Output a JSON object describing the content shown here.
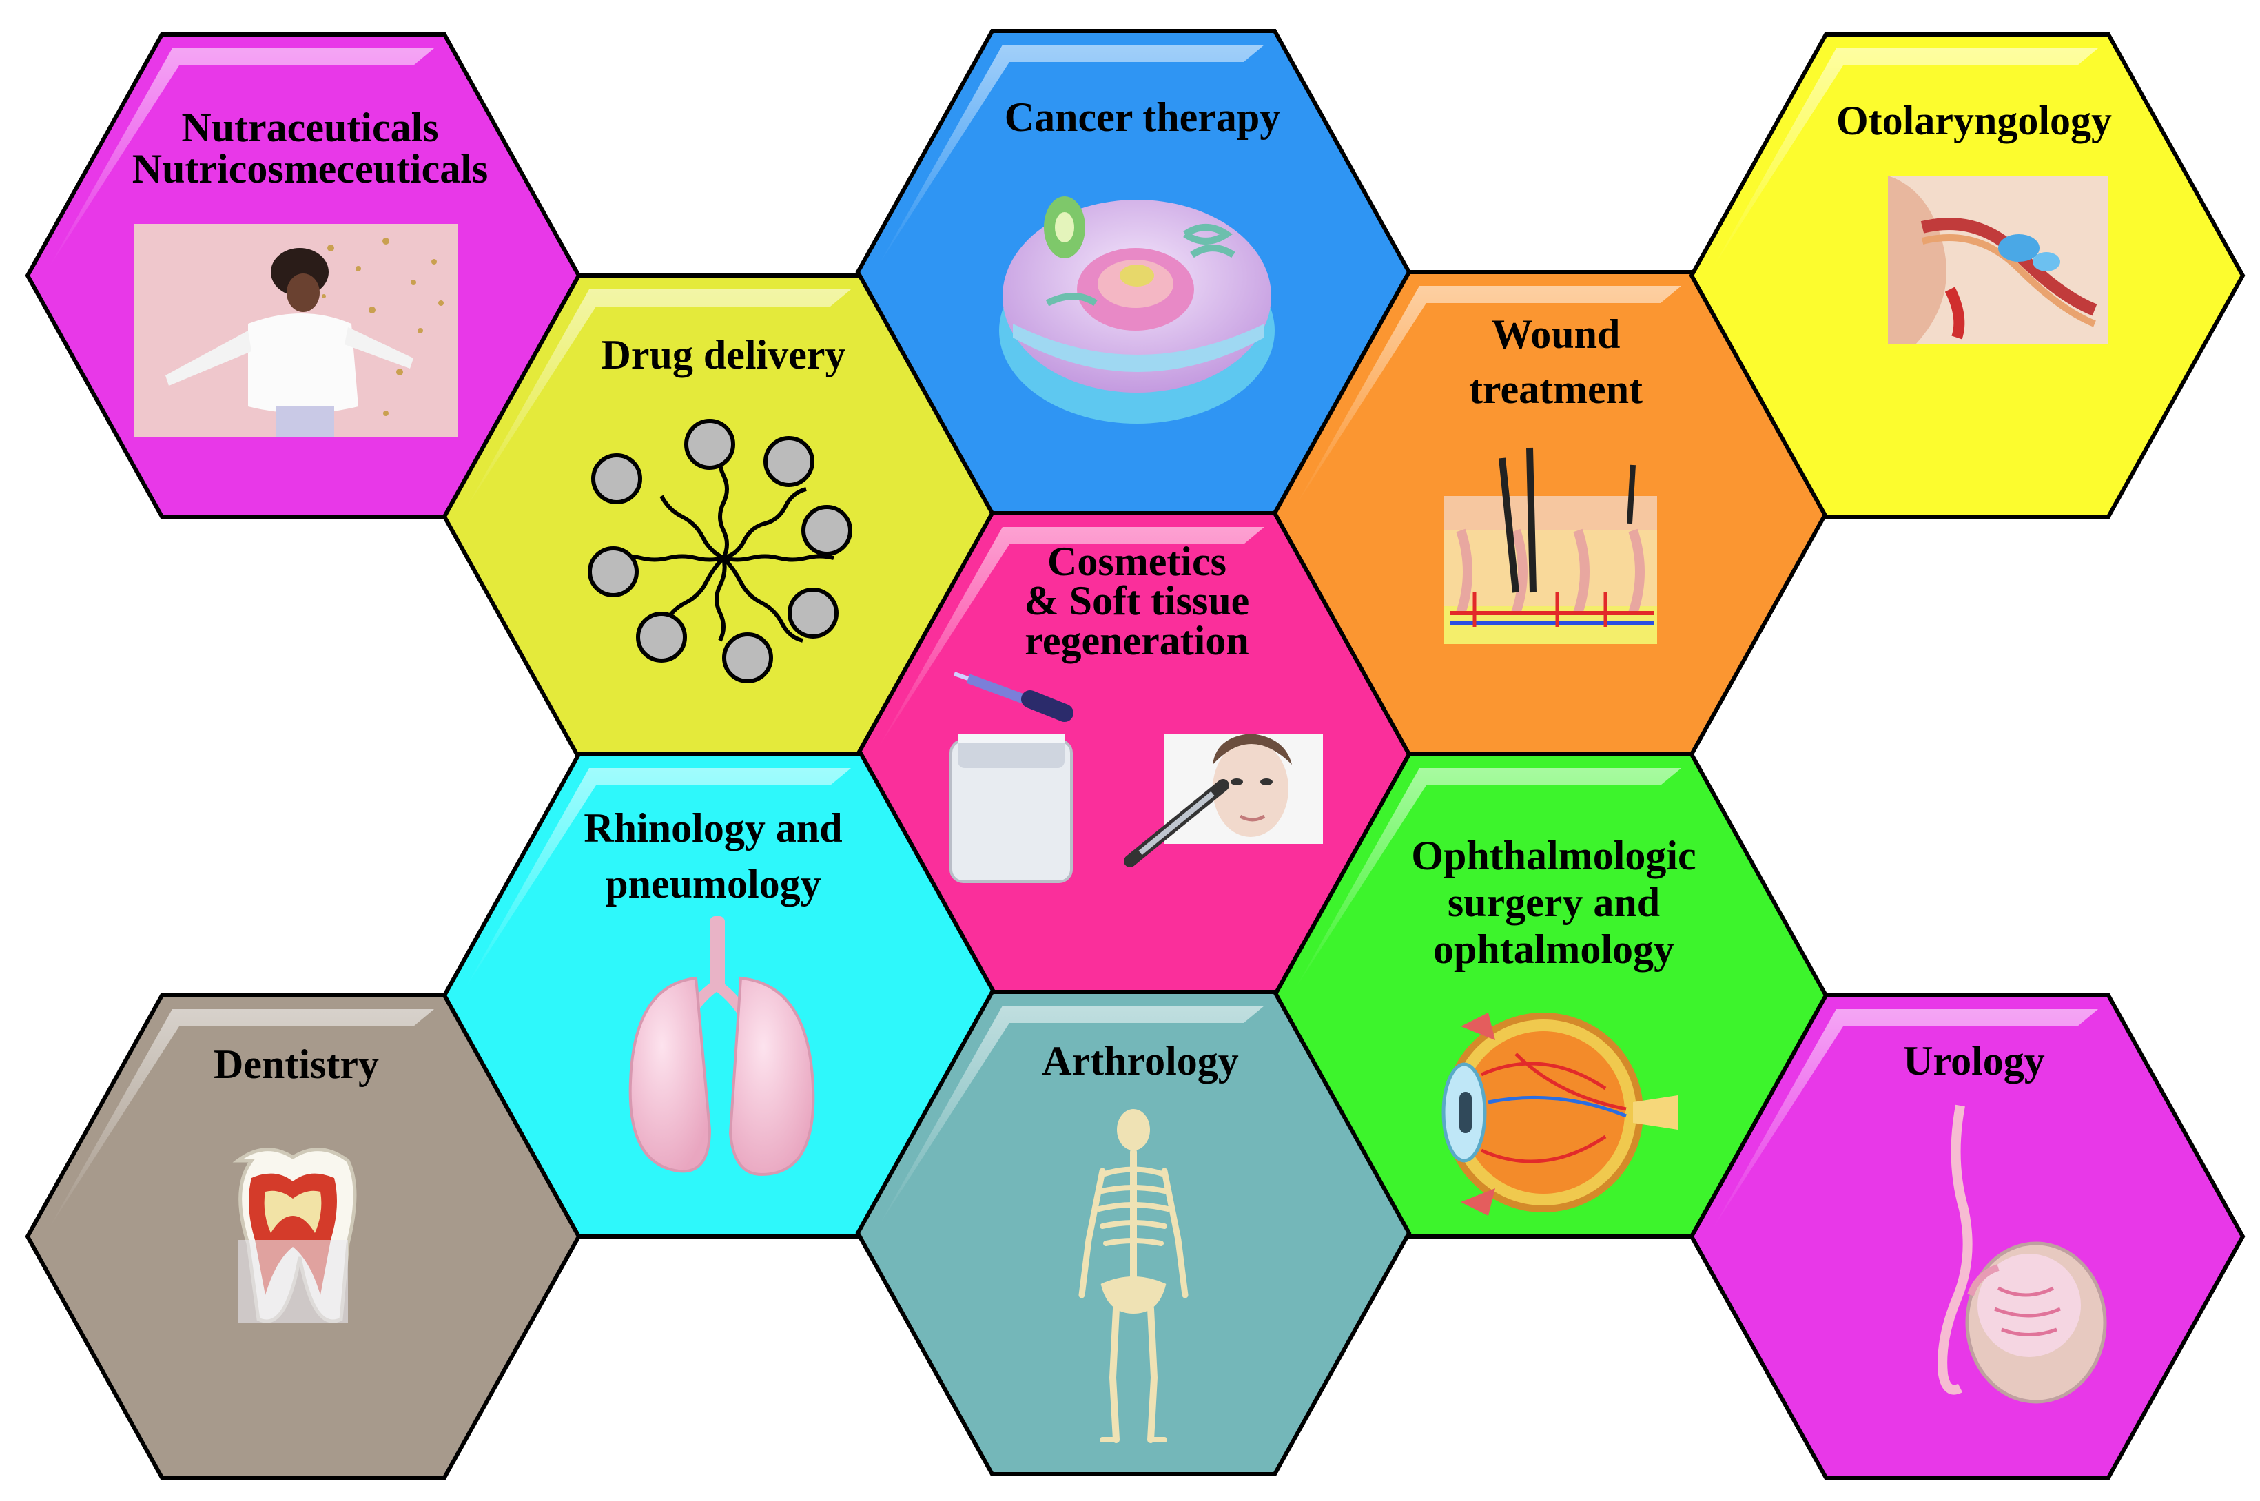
{
  "hexagons": [
    {
      "id": "nutraceuticals",
      "fill": "#e838e8",
      "labels": [
        "Nutraceuticals",
        "Nutricosmeceuticals"
      ],
      "image": "woman-with-confetti-photo"
    },
    {
      "id": "drug-delivery",
      "fill": "#e4ea3b",
      "labels": [
        "Drug delivery"
      ],
      "image": "micelle-icon"
    },
    {
      "id": "cancer-therapy",
      "fill": "#2f95f3",
      "labels": [
        "Cancer therapy"
      ],
      "image": "animal-cell-icon"
    },
    {
      "id": "wound-treatment",
      "fill": "#fb9631",
      "labels": [
        "Wound",
        "treatment"
      ],
      "image": "skin-cross-section-icon"
    },
    {
      "id": "otolaryngology",
      "fill": "#fcfc2e",
      "labels": [
        "Otolaryngology"
      ],
      "image": "ear-anatomy-icon"
    },
    {
      "id": "cosmetics",
      "fill": "#fa2f9b",
      "labels": [
        "Cosmetics",
        "& Soft tissue",
        "regeneration"
      ],
      "image": "cosmetics-jar-dropper-syringe-icon"
    },
    {
      "id": "rhinology",
      "fill": "#2ef8fb",
      "labels": [
        "Rhinology and",
        "pneumology"
      ],
      "image": "lungs-icon"
    },
    {
      "id": "ophthalmology",
      "fill": "#3df42c",
      "labels": [
        "Ophthalmologic",
        "surgery and",
        "ophtalmology"
      ],
      "image": "eye-anatomy-icon"
    },
    {
      "id": "dentistry",
      "fill": "#a79a8c",
      "labels": [
        "Dentistry"
      ],
      "image": "tooth-icon"
    },
    {
      "id": "arthrology",
      "fill": "#74b7b9",
      "labels": [
        "Arthrology"
      ],
      "image": "skeleton-icon"
    },
    {
      "id": "urology",
      "fill": "#e838e8",
      "labels": [
        "Urology"
      ],
      "image": "testis-anatomy-icon"
    }
  ]
}
